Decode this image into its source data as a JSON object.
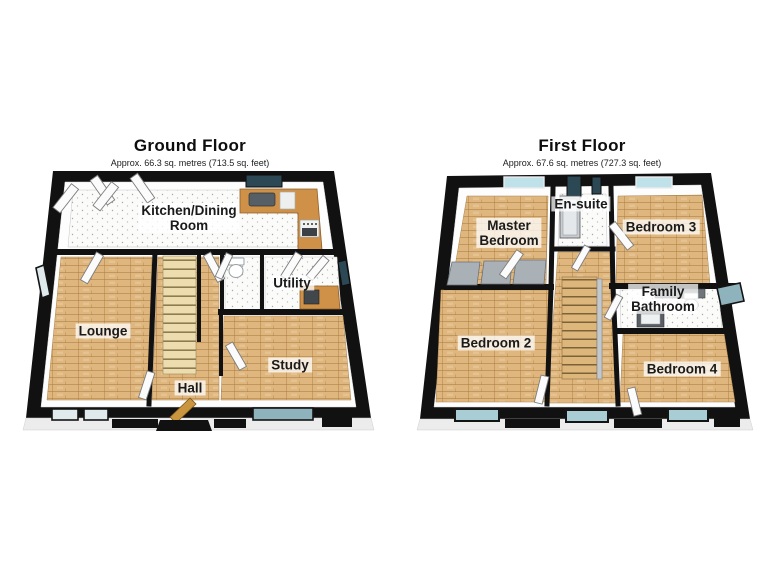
{
  "floors": [
    {
      "title": "Ground Floor",
      "subtitle": "Approx. 66.3 sq. metres (713.5 sq. feet)",
      "rooms": [
        {
          "label": "Kitchen/Dining\nRoom"
        },
        {
          "label": "Lounge"
        },
        {
          "label": "Hall"
        },
        {
          "label": "Study"
        },
        {
          "label": "Utility"
        }
      ]
    },
    {
      "title": "First Floor",
      "subtitle": "Approx. 67.6 sq. metres (727.3 sq. feet)",
      "rooms": [
        {
          "label": "Master\nBedroom"
        },
        {
          "label": "En-suite"
        },
        {
          "label": "Bedroom 3"
        },
        {
          "label": "Bedroom 2"
        },
        {
          "label": "Family\nBathroom"
        },
        {
          "label": "Bedroom 4"
        }
      ]
    }
  ],
  "colors": {
    "wall": "#111111",
    "wood-floor": "#dfb77e",
    "wood-seam": "#a87c42",
    "counter": "#cf9048",
    "tile-floor": "#fbfbf9",
    "speckle": "#a6aaaa",
    "glass-light": "#bfe1e9",
    "glass-teal": "#8fb3bd",
    "glass-dark": "#2c4854",
    "stair-ground": "#ecdcae",
    "stair-first": "#ddb67c",
    "furniture-gray": "#a9b0b6",
    "label-text": "#1a1a1a",
    "label-bg": "rgba(255,255,255,0.75)"
  }
}
